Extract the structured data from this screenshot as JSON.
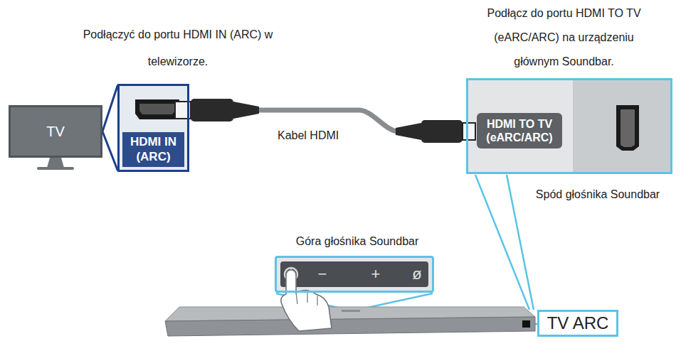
{
  "diagram": {
    "nodes": [
      {
        "text": [
          "TV"
        ]
      },
      {
        "text": [
          "HDMI IN (ARC)"
        ]
      },
      {
        "text": [
          "HDMI TO TV (eARC/ARC)"
        ]
      },
      {
        "text": [
          "−",
          "+",
          "ø"
        ]
      },
      {
        "text": [
          "TV ARC"
        ]
      }
    ],
    "edges": [
      {
        "from": 0,
        "to": 1,
        "arrow": "none"
      },
      {
        "from": 1,
        "to": 2,
        "arrow": "none",
        "label": "Kabel HDMI"
      }
    ],
    "labels": [
      "Podłączyć do portu HDMI IN (ARC) w telewizorze.",
      "Podłącz do portu HDMI TO TV (eARC/ARC) na urządzeniu głównym Soundbar.",
      "Spód głośnika Soundbar",
      "Góra głośnika Soundbar"
    ]
  }
}
